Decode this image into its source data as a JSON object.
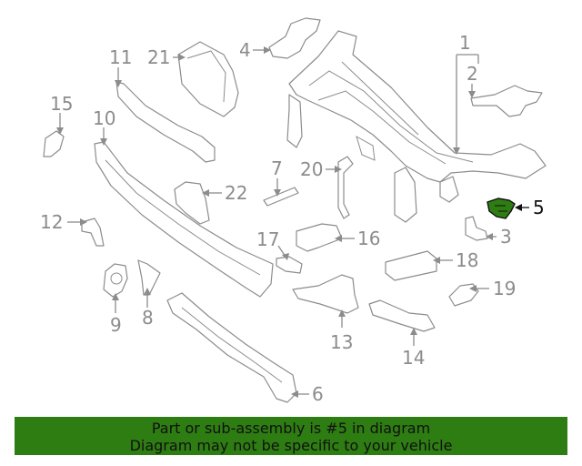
{
  "highlight_color": "#2e7d12",
  "callouts": {
    "c1": "1",
    "c2": "2",
    "c3": "3",
    "c4": "4",
    "c5": "5",
    "c6": "6",
    "c7": "7",
    "c8": "8",
    "c9": "9",
    "c10": "10",
    "c11": "11",
    "c12": "12",
    "c13": "13",
    "c14": "14",
    "c15": "15",
    "c16": "16",
    "c17": "17",
    "c18": "18",
    "c19": "19",
    "c20": "20",
    "c21": "21",
    "c22": "22"
  },
  "banner": {
    "line1": "Part or sub-assembly is #5 in diagram",
    "line2": "Diagram may not be specific to your vehicle"
  }
}
